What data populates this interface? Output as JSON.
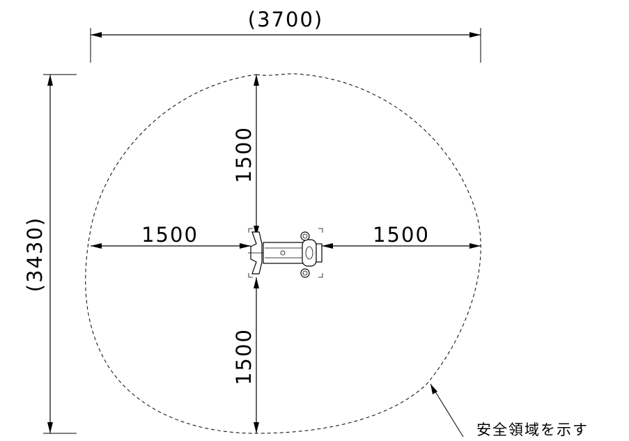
{
  "dimensions": {
    "overall_width": "(3700)",
    "overall_depth": "(3430)",
    "top": "1500",
    "bottom": "1500",
    "left": "1500",
    "right": "1500"
  },
  "note": {
    "label": "安全領域を示す"
  }
}
